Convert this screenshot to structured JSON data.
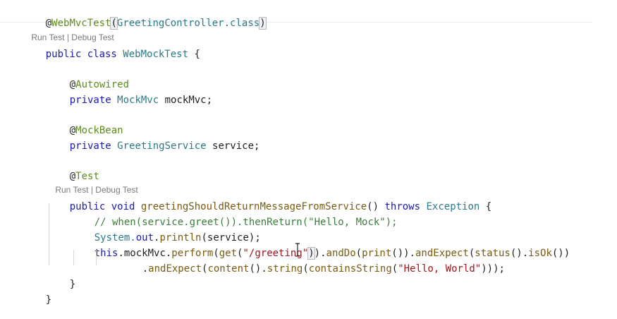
{
  "codelens": {
    "run_test": "Run Test",
    "separator": " | ",
    "debug_test": "Debug Test"
  },
  "code": {
    "l1_at": "@",
    "l1_ann": "WebMvcTest",
    "l1_paren_open": "(",
    "l1_arg": "GreetingController.class",
    "l1_paren_close": ")",
    "l2_kw": "public class ",
    "l2_name": "WebMockTest",
    "l2_brace": " {",
    "l3_at": "@",
    "l3_ann": "Autowired",
    "l4_kw": "private ",
    "l4_type": "MockMvc",
    "l4_rest": " mockMvc;",
    "l5_at": "@",
    "l5_ann": "MockBean",
    "l6_kw": "private ",
    "l6_type": "GreetingService",
    "l6_rest": " service;",
    "l7_at": "@",
    "l7_ann": "Test",
    "l8_kw": "public void ",
    "l8_fn": "greetingShouldReturnMessageFromService",
    "l8_parens": "() ",
    "l8_throws": "throws ",
    "l8_exc": "Exception",
    "l8_brace": " {",
    "l9_comment": "// when(service.greet()).thenReturn(\"Hello, Mock\");",
    "l10_a": "System.",
    "l10_b": "out",
    "l10_c": ".",
    "l10_fn": "println",
    "l10_d": "(service);",
    "l11_this": "this",
    "l11_a": ".mockMvc.",
    "l11_perform": "perform",
    "l11_b": "(",
    "l11_get": "get",
    "l11_c": "(",
    "l11_str": "\"/greeting\"",
    "l11_close1": ")",
    "l11_close2": ")",
    "l11_d": ".",
    "l11_anddo": "andDo",
    "l11_e": "(",
    "l11_print": "print",
    "l11_f": "()).",
    "l11_andexpect": "andExpect",
    "l11_g": "(",
    "l11_status": "status",
    "l11_h": "().",
    "l11_isok": "isOk",
    "l11_i": "())",
    "l12_a": ".",
    "l12_andexpect": "andExpect",
    "l12_b": "(",
    "l12_content": "content",
    "l12_c": "().",
    "l12_string": "string",
    "l12_d": "(",
    "l12_contains": "containsString",
    "l12_e": "(",
    "l12_str": "\"Hello, World\"",
    "l12_f": ")));",
    "l13_brace": "}",
    "l14_brace": "}"
  },
  "colors": {
    "keyword": "#1a1ab4",
    "annotation": "#5e8c1f",
    "type": "#2a7a8a",
    "function": "#7a5a10",
    "string": "#a3151b",
    "comment": "#3b7d3b"
  },
  "icons": {
    "cursor": "i-beam-cursor-icon"
  }
}
